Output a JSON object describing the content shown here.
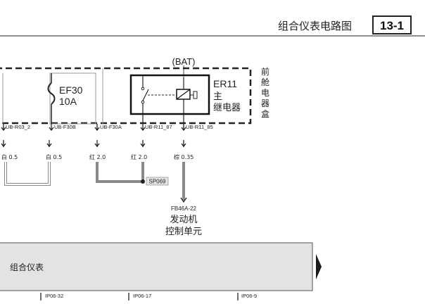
{
  "header": {
    "title": "组合仪表电路图",
    "page_number": "13-1"
  },
  "power_label": "(BAT)",
  "fuse": {
    "name": "EF30",
    "rating": "10A"
  },
  "relay": {
    "name": "ER11",
    "description": [
      "主",
      "继电器"
    ]
  },
  "box_label": [
    "前",
    "舱",
    "电",
    "器",
    "盒"
  ],
  "connectors": [
    {
      "pin": "UB-R03_2",
      "wire": "白 0.5"
    },
    {
      "pin": "UB-F30B",
      "wire": "白 0.5"
    },
    {
      "pin": "UB-F30A",
      "wire": "红 2.0"
    },
    {
      "pin": "UB-R11_87",
      "wire": "红 2.0"
    },
    {
      "pin": "UB-R11_85",
      "wire": "棕 0.35"
    }
  ],
  "splice": "SP069",
  "ecu": {
    "pin": "FB46A-22",
    "name_line1": "发动机",
    "name_line2": "控制单元"
  },
  "cluster": {
    "name": "组合仪表",
    "pins": [
      "IP06-32",
      "IP06-17",
      "IP06-9"
    ]
  },
  "colors": {
    "gray_wire": "#8a8a8a",
    "dark_wire": "#6f6f6f",
    "cluster_fill": "#e3e3e3",
    "splice_fill": "#e6e6e6",
    "ink": "#1a1a1a"
  }
}
